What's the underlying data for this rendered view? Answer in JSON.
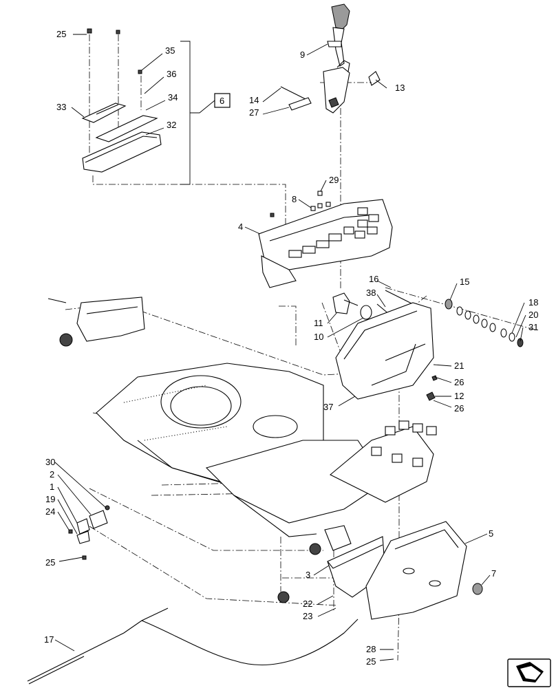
{
  "callouts": {
    "c1": "1",
    "c2": "2",
    "c3": "3",
    "c4": "4",
    "c5": "5",
    "c6": "6",
    "c7": "7",
    "c8": "8",
    "c9": "9",
    "c10": "10",
    "c11": "11",
    "c12": "12",
    "c13": "13",
    "c14": "14",
    "c15": "15",
    "c16": "16",
    "c17": "17",
    "c18": "18",
    "c19": "19",
    "c20": "20",
    "c21": "21",
    "c22": "22",
    "c23": "23",
    "c24": "24",
    "c25a": "25",
    "c25b": "25",
    "c25c": "25",
    "c26a": "26",
    "c26b": "26",
    "c27": "27",
    "c28": "28",
    "c29": "29",
    "c30": "30",
    "c31": "31",
    "c32": "32",
    "c33": "33",
    "c34": "34",
    "c35": "35",
    "c36": "36",
    "c37": "37",
    "c38": "38"
  },
  "icons": {
    "corner_badge": "arrow-badge-icon"
  }
}
